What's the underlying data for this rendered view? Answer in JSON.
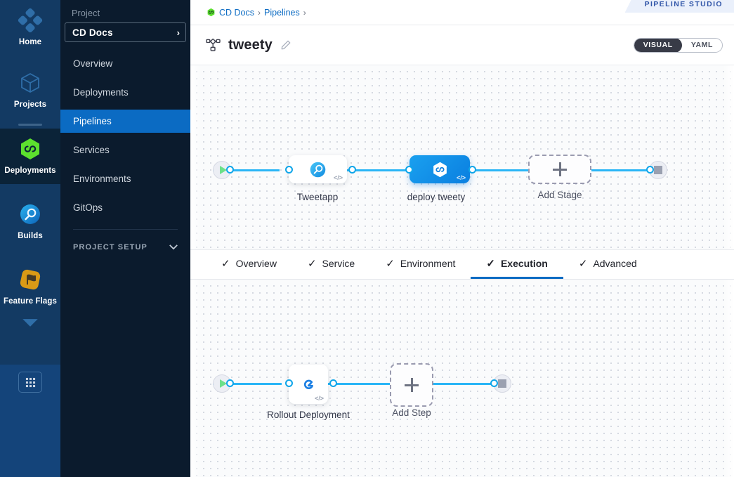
{
  "rail": {
    "items": [
      {
        "label": "Home",
        "icon": "home-diamond-icon",
        "active": false
      },
      {
        "label": "Projects",
        "icon": "cube-icon",
        "active": false
      },
      {
        "label": "Deployments",
        "icon": "deployments-hexagon-icon",
        "active": true
      },
      {
        "label": "Builds",
        "icon": "builds-circle-icon",
        "active": false
      },
      {
        "label": "Feature Flags",
        "icon": "feature-flag-icon",
        "active": false
      }
    ],
    "more_icon": "chevron-down-icon",
    "grid_icon": "app-grid-icon"
  },
  "sidebar": {
    "section_label": "Project",
    "project": {
      "name": "CD Docs",
      "arrow_icon": "chevron-right-icon"
    },
    "items": [
      {
        "label": "Overview",
        "active": false
      },
      {
        "label": "Deployments",
        "active": false
      },
      {
        "label": "Pipelines",
        "active": true
      },
      {
        "label": "Services",
        "active": false
      },
      {
        "label": "Environments",
        "active": false
      },
      {
        "label": "GitOps",
        "active": false
      }
    ],
    "setup": {
      "label": "PROJECT SETUP",
      "chevron_icon": "chevron-down-icon"
    }
  },
  "header": {
    "breadcrumb": [
      {
        "label": "CD Docs",
        "icon": "harness-module-icon"
      },
      {
        "label": "Pipelines",
        "icon": ""
      }
    ],
    "breadcrumb_separator": "›",
    "studio_badge": "PIPELINE STUDIO",
    "pipeline_icon": "pipeline-nodes-icon",
    "pipeline_name": "tweety",
    "edit_icon": "pencil-edit-icon",
    "view_toggle": {
      "options": [
        {
          "label": "VISUAL",
          "selected": true
        },
        {
          "label": "YAML",
          "selected": false
        }
      ]
    }
  },
  "stage_canvas": {
    "start_node": {
      "name": "pipeline-start-node",
      "icon": "play-triangle-icon"
    },
    "end_node": {
      "name": "pipeline-end-node",
      "icon": "stop-square-icon"
    },
    "stages": [
      {
        "label": "Tweetapp",
        "icon": "build-stage-icon",
        "selected": false,
        "code_mark": "</>"
      },
      {
        "label": "deploy tweety",
        "icon": "deploy-stage-hexagon-icon",
        "selected": true,
        "code_mark": "</>"
      }
    ],
    "add_stage": {
      "label": "Add Stage",
      "icon": "plus-icon"
    }
  },
  "tabs": [
    {
      "label": "Overview",
      "check": "✓",
      "active": false
    },
    {
      "label": "Service",
      "check": "✓",
      "active": false
    },
    {
      "label": "Environment",
      "check": "✓",
      "active": false
    },
    {
      "label": "Execution",
      "check": "✓",
      "active": true
    },
    {
      "label": "Advanced",
      "check": "✓",
      "active": false
    }
  ],
  "step_canvas": {
    "start_node": {
      "name": "execution-start-node",
      "icon": "play-triangle-icon"
    },
    "end_node": {
      "name": "execution-end-node",
      "icon": "stop-square-icon"
    },
    "steps": [
      {
        "label": "Rollout Deployment",
        "icon": "rollout-deployment-icon",
        "code_mark": "</>"
      }
    ],
    "add_step": {
      "label": "Add Step",
      "icon": "plus-icon"
    }
  },
  "colors": {
    "accent_blue": "#0b6bc3",
    "edge_blue": "#29b5f6",
    "rail_bg": "#133a63",
    "sidebar_bg": "#0b1b2d",
    "selected_stage": "#0a7fe0",
    "green": "#6ce08a"
  }
}
